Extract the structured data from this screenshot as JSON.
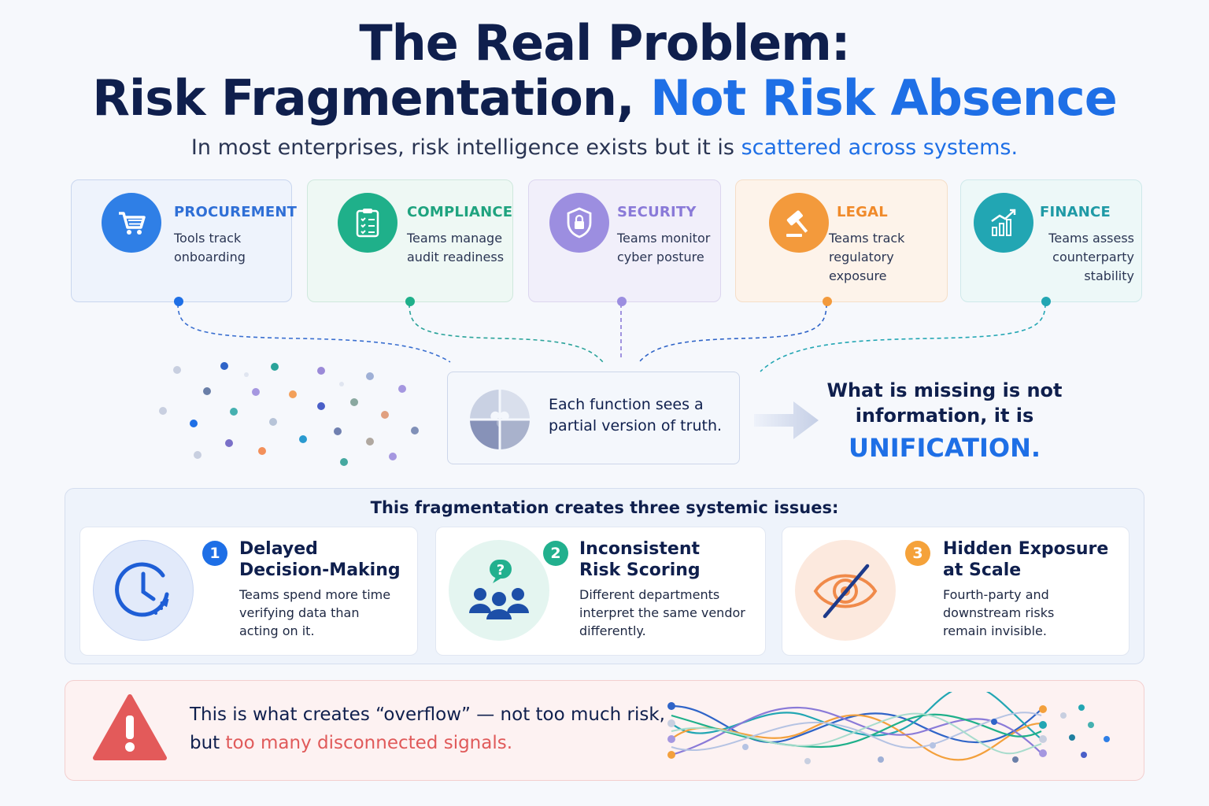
{
  "title": {
    "line1": "The Real Problem:",
    "line2_main": "Risk Fragmentation, ",
    "line2_accent": "Not Risk Absence"
  },
  "subtitle": {
    "main": "In most enterprises, risk intelligence exists but it is ",
    "accent": "scattered across systems."
  },
  "functions": [
    {
      "title": "PROCUREMENT",
      "desc": "Tools track\nonboarding",
      "icon": "shopping-cart-icon",
      "color": "#2f7fe6"
    },
    {
      "title": "COMPLIANCE",
      "desc": "Teams manage\naudit readiness",
      "icon": "clipboard-checklist-icon",
      "color": "#1fb08a"
    },
    {
      "title": "SECURITY",
      "desc": "Teams monitor\ncyber posture",
      "icon": "shield-lock-icon",
      "color": "#8a7ad8"
    },
    {
      "title": "LEGAL",
      "desc": "Teams track\nregulatory exposure",
      "icon": "gavel-icon",
      "color": "#f39a3c"
    },
    {
      "title": "FINANCE",
      "desc": "Teams assess\ncounterparty stability",
      "icon": "growth-chart-icon",
      "color": "#22a6b3"
    }
  ],
  "center": {
    "text": "Each function sees a\npartial version of truth.",
    "icon": "puzzle-icon"
  },
  "missing": {
    "text": "What is missing is not\ninformation, it is",
    "accent": "UNIFICATION."
  },
  "issues": {
    "heading": "This fragmentation creates three systemic issues:",
    "items": [
      {
        "number": "1",
        "title": "Delayed\nDecision-Making",
        "desc": "Teams spend more time\nverifying data than\nacting on it.",
        "icon": "clock-icon",
        "color": "#1e6fe6"
      },
      {
        "number": "2",
        "title": "Inconsistent\nRisk Scoring",
        "desc": "Different departments\ninterpret the same vendor\ndifferently.",
        "icon": "team-question-icon",
        "color": "#1fb08a"
      },
      {
        "number": "3",
        "title": "Hidden Exposure\nat Scale",
        "desc": "Fourth-party and\ndownstream risks\nremain invisible.",
        "icon": "eye-slash-icon",
        "color": "#f39a3c"
      }
    ]
  },
  "overflow": {
    "line1": "This is what creates “overflow” — not too much risk,",
    "line2_main": "but ",
    "line2_accent": "too many disconnected signals.",
    "icon": "warning-triangle-icon"
  }
}
